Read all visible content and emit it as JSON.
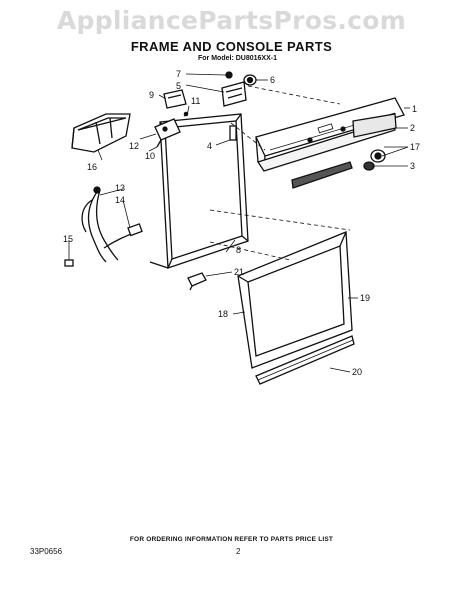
{
  "watermark": "AppliancePartsPros.com",
  "title": "FRAME AND CONSOLE PARTS",
  "subtitle": "For Model: DU8016XX-1",
  "callouts": [
    "1",
    "2",
    "3",
    "4",
    "5",
    "6",
    "7",
    "8",
    "9",
    "10",
    "11",
    "12",
    "13",
    "14",
    "15",
    "16",
    "17",
    "18",
    "19",
    "20",
    "21"
  ],
  "footer": "FOR ORDERING INFORMATION REFER TO PARTS PRICE LIST",
  "page_code": "33P0656",
  "page_number": "2"
}
